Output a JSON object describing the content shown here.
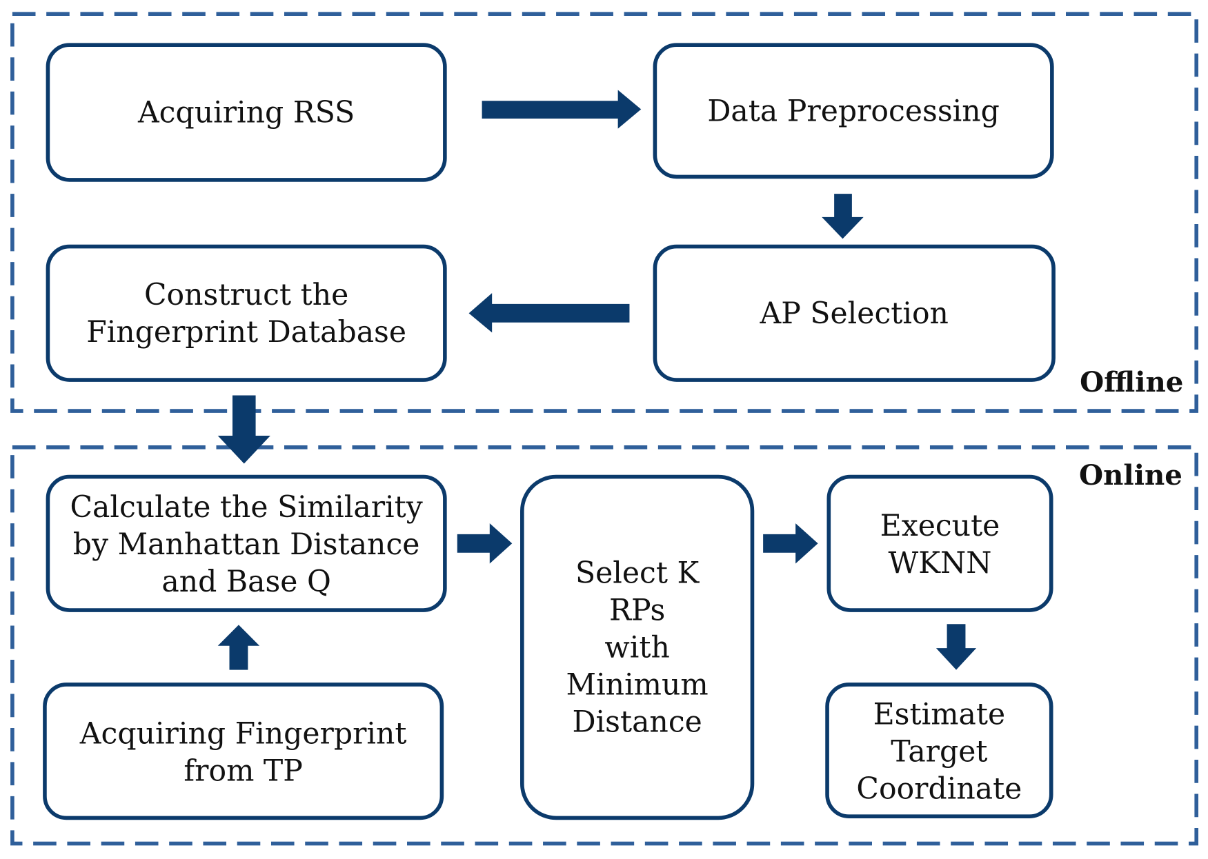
{
  "regions": {
    "offline": "Offline",
    "online": "Online"
  },
  "boxes": {
    "acquiring_rss": [
      "Acquiring RSS"
    ],
    "data_preprocessing": [
      "Data Preprocessing"
    ],
    "ap_selection": [
      "AP Selection"
    ],
    "construct_db": [
      "Construct the",
      "Fingerprint Database"
    ],
    "calculate_similarity": [
      "Calculate the Similarity",
      "by Manhattan Distance",
      "and Base Q"
    ],
    "acquiring_fingerprint": [
      "Acquiring Fingerprint",
      "from TP"
    ],
    "select_k": [
      "Select K",
      "RPs",
      "with",
      "Minimum",
      "Distance"
    ],
    "execute_wknn": [
      "Execute",
      "WKNN"
    ],
    "estimate_target": [
      "Estimate",
      "Target",
      "Coordinate"
    ]
  },
  "colors": {
    "box_border": "#0b3a6b",
    "arrow": "#0b3a6b",
    "region_border": "#2f5f9a"
  }
}
